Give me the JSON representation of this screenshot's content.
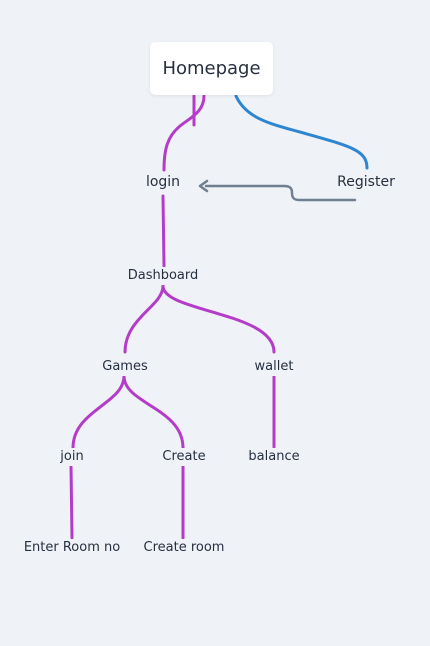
{
  "colors": {
    "background": "#eff2f6",
    "main_branch": "#b43cc8",
    "register_link": "#2e86d0",
    "arrow": "#6f7f90",
    "text": "#273040"
  },
  "nodes": {
    "homepage": "Homepage",
    "login": "login",
    "register": "Register",
    "dashboard": "Dashboard",
    "games": "Games",
    "wallet": "wallet",
    "join": "join",
    "create": "Create",
    "balance": "balance",
    "enter_room": "Enter Room no",
    "create_room": "Create room"
  },
  "edges": [
    {
      "from": "homepage",
      "to": "login"
    },
    {
      "from": "homepage",
      "to": "register"
    },
    {
      "from": "register",
      "to": "login",
      "style": "arrow"
    },
    {
      "from": "login",
      "to": "dashboard"
    },
    {
      "from": "dashboard",
      "to": "games"
    },
    {
      "from": "dashboard",
      "to": "wallet"
    },
    {
      "from": "games",
      "to": "join"
    },
    {
      "from": "games",
      "to": "create"
    },
    {
      "from": "wallet",
      "to": "balance"
    },
    {
      "from": "join",
      "to": "enter_room"
    },
    {
      "from": "create",
      "to": "create_room"
    }
  ]
}
